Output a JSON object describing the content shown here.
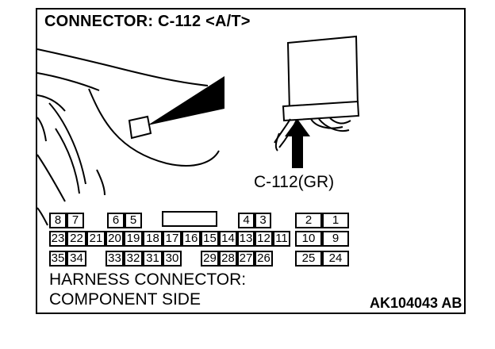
{
  "title": "CONNECTOR: C-112 <A/T>",
  "connector_label": "C-112(GR)",
  "footer": {
    "line1": "HARNESS CONNECTOR:",
    "line2": "COMPONENT SIDE",
    "code": "AK104043 AB"
  },
  "pins": {
    "row1": [
      "8",
      "7",
      "6",
      "5",
      "4",
      "3",
      "2",
      "1"
    ],
    "row2": [
      "23",
      "22",
      "21",
      "20",
      "19",
      "18",
      "17",
      "16",
      "15",
      "14",
      "13",
      "12",
      "11",
      "10",
      "9"
    ],
    "row3": [
      "35",
      "34",
      "33",
      "32",
      "31",
      "30",
      "29",
      "28",
      "27",
      "26",
      "25",
      "24"
    ]
  }
}
